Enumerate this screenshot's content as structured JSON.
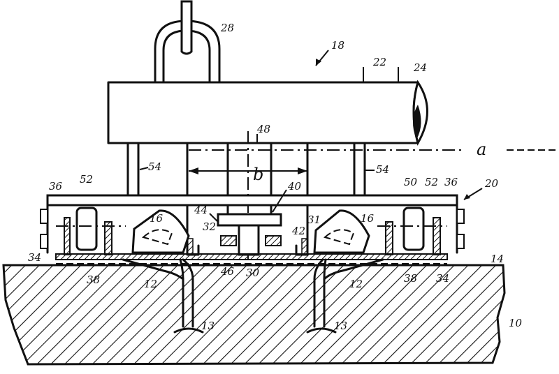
{
  "labels": {
    "l28": "28",
    "l18": "18",
    "l22": "22",
    "l24": "24",
    "la": "a",
    "l48": "48",
    "lb": "b",
    "l54a": "54",
    "l54b": "54",
    "l20": "20",
    "l36a": "36",
    "l52a": "52",
    "l50": "50",
    "l52b": "52",
    "l36b": "36",
    "l40": "40",
    "l44": "44",
    "l16a": "16",
    "l16b": "16",
    "l32": "32",
    "l31": "31",
    "l42": "42",
    "l34a": "34",
    "l34b": "34",
    "l38a": "38",
    "l38b": "38",
    "l46": "46",
    "l30": "30",
    "l12a": "12",
    "l12b": "12",
    "l14": "14",
    "l13a": "13",
    "l13b": "13",
    "l10": "10"
  }
}
